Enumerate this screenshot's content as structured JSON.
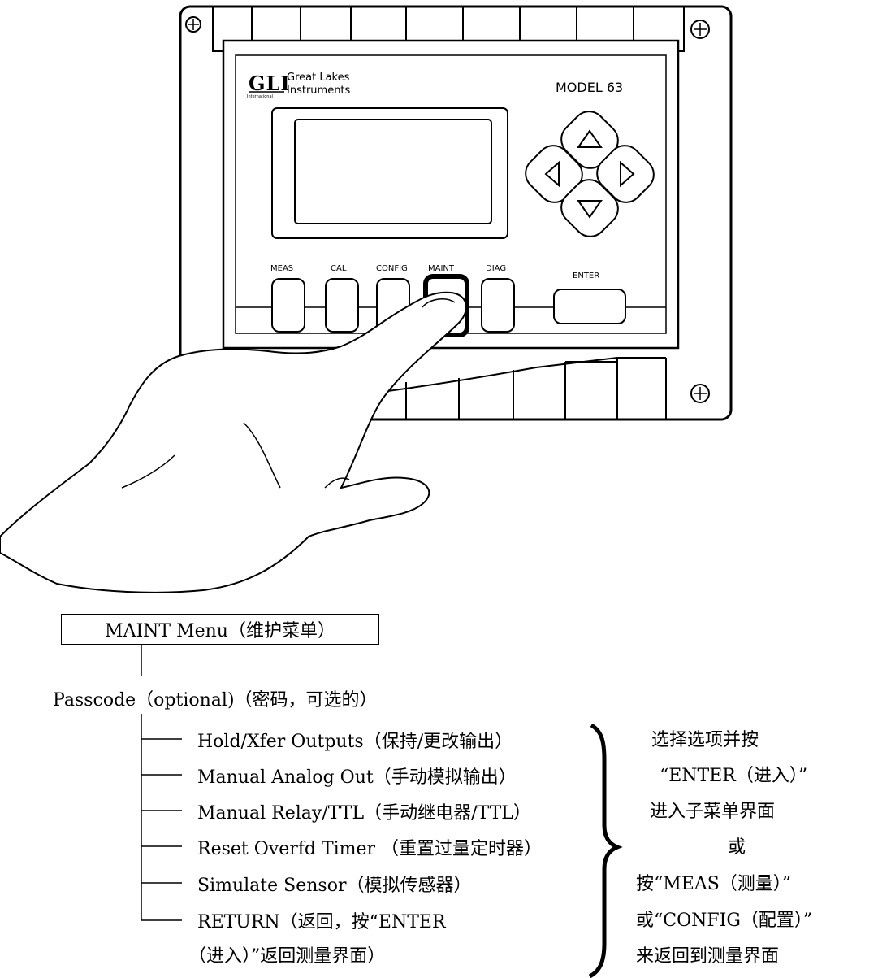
{
  "device": {
    "brand_logo": "GLI",
    "brand_sub": "International",
    "brand_name_line1": "Great Lakes",
    "brand_name_line2": "Instruments",
    "model": "MODEL 63",
    "keys": {
      "meas": "MEAS",
      "cal": "CAL",
      "config": "CONFIG",
      "maint": "MAINT",
      "diag": "DIAG",
      "enter": "ENTER"
    }
  },
  "menu": {
    "title": "MAINT Menu（维护菜单）",
    "passcode": "Passcode（optional)（密码，可选的）",
    "items": [
      "Hold/Xfer Outputs（保持/更改输出）",
      "Manual Analog Out（手动模拟输出）",
      "Manual Relay/TTL（手动继电器/TTL）",
      "Reset Overfd Timer （重置过量定时器）",
      "Simulate Sensor（模拟传感器）",
      "RETURN（返回，按“ENTER",
      "（进入）”返回测量界面）"
    ]
  },
  "note": {
    "lines": [
      "选择选项并按",
      "“ENTER（进入）”",
      "进入子菜单界面",
      "或",
      "按“MEAS（测量）”",
      "或“CONFIG（配置）”",
      "来返回到测量界面"
    ]
  }
}
